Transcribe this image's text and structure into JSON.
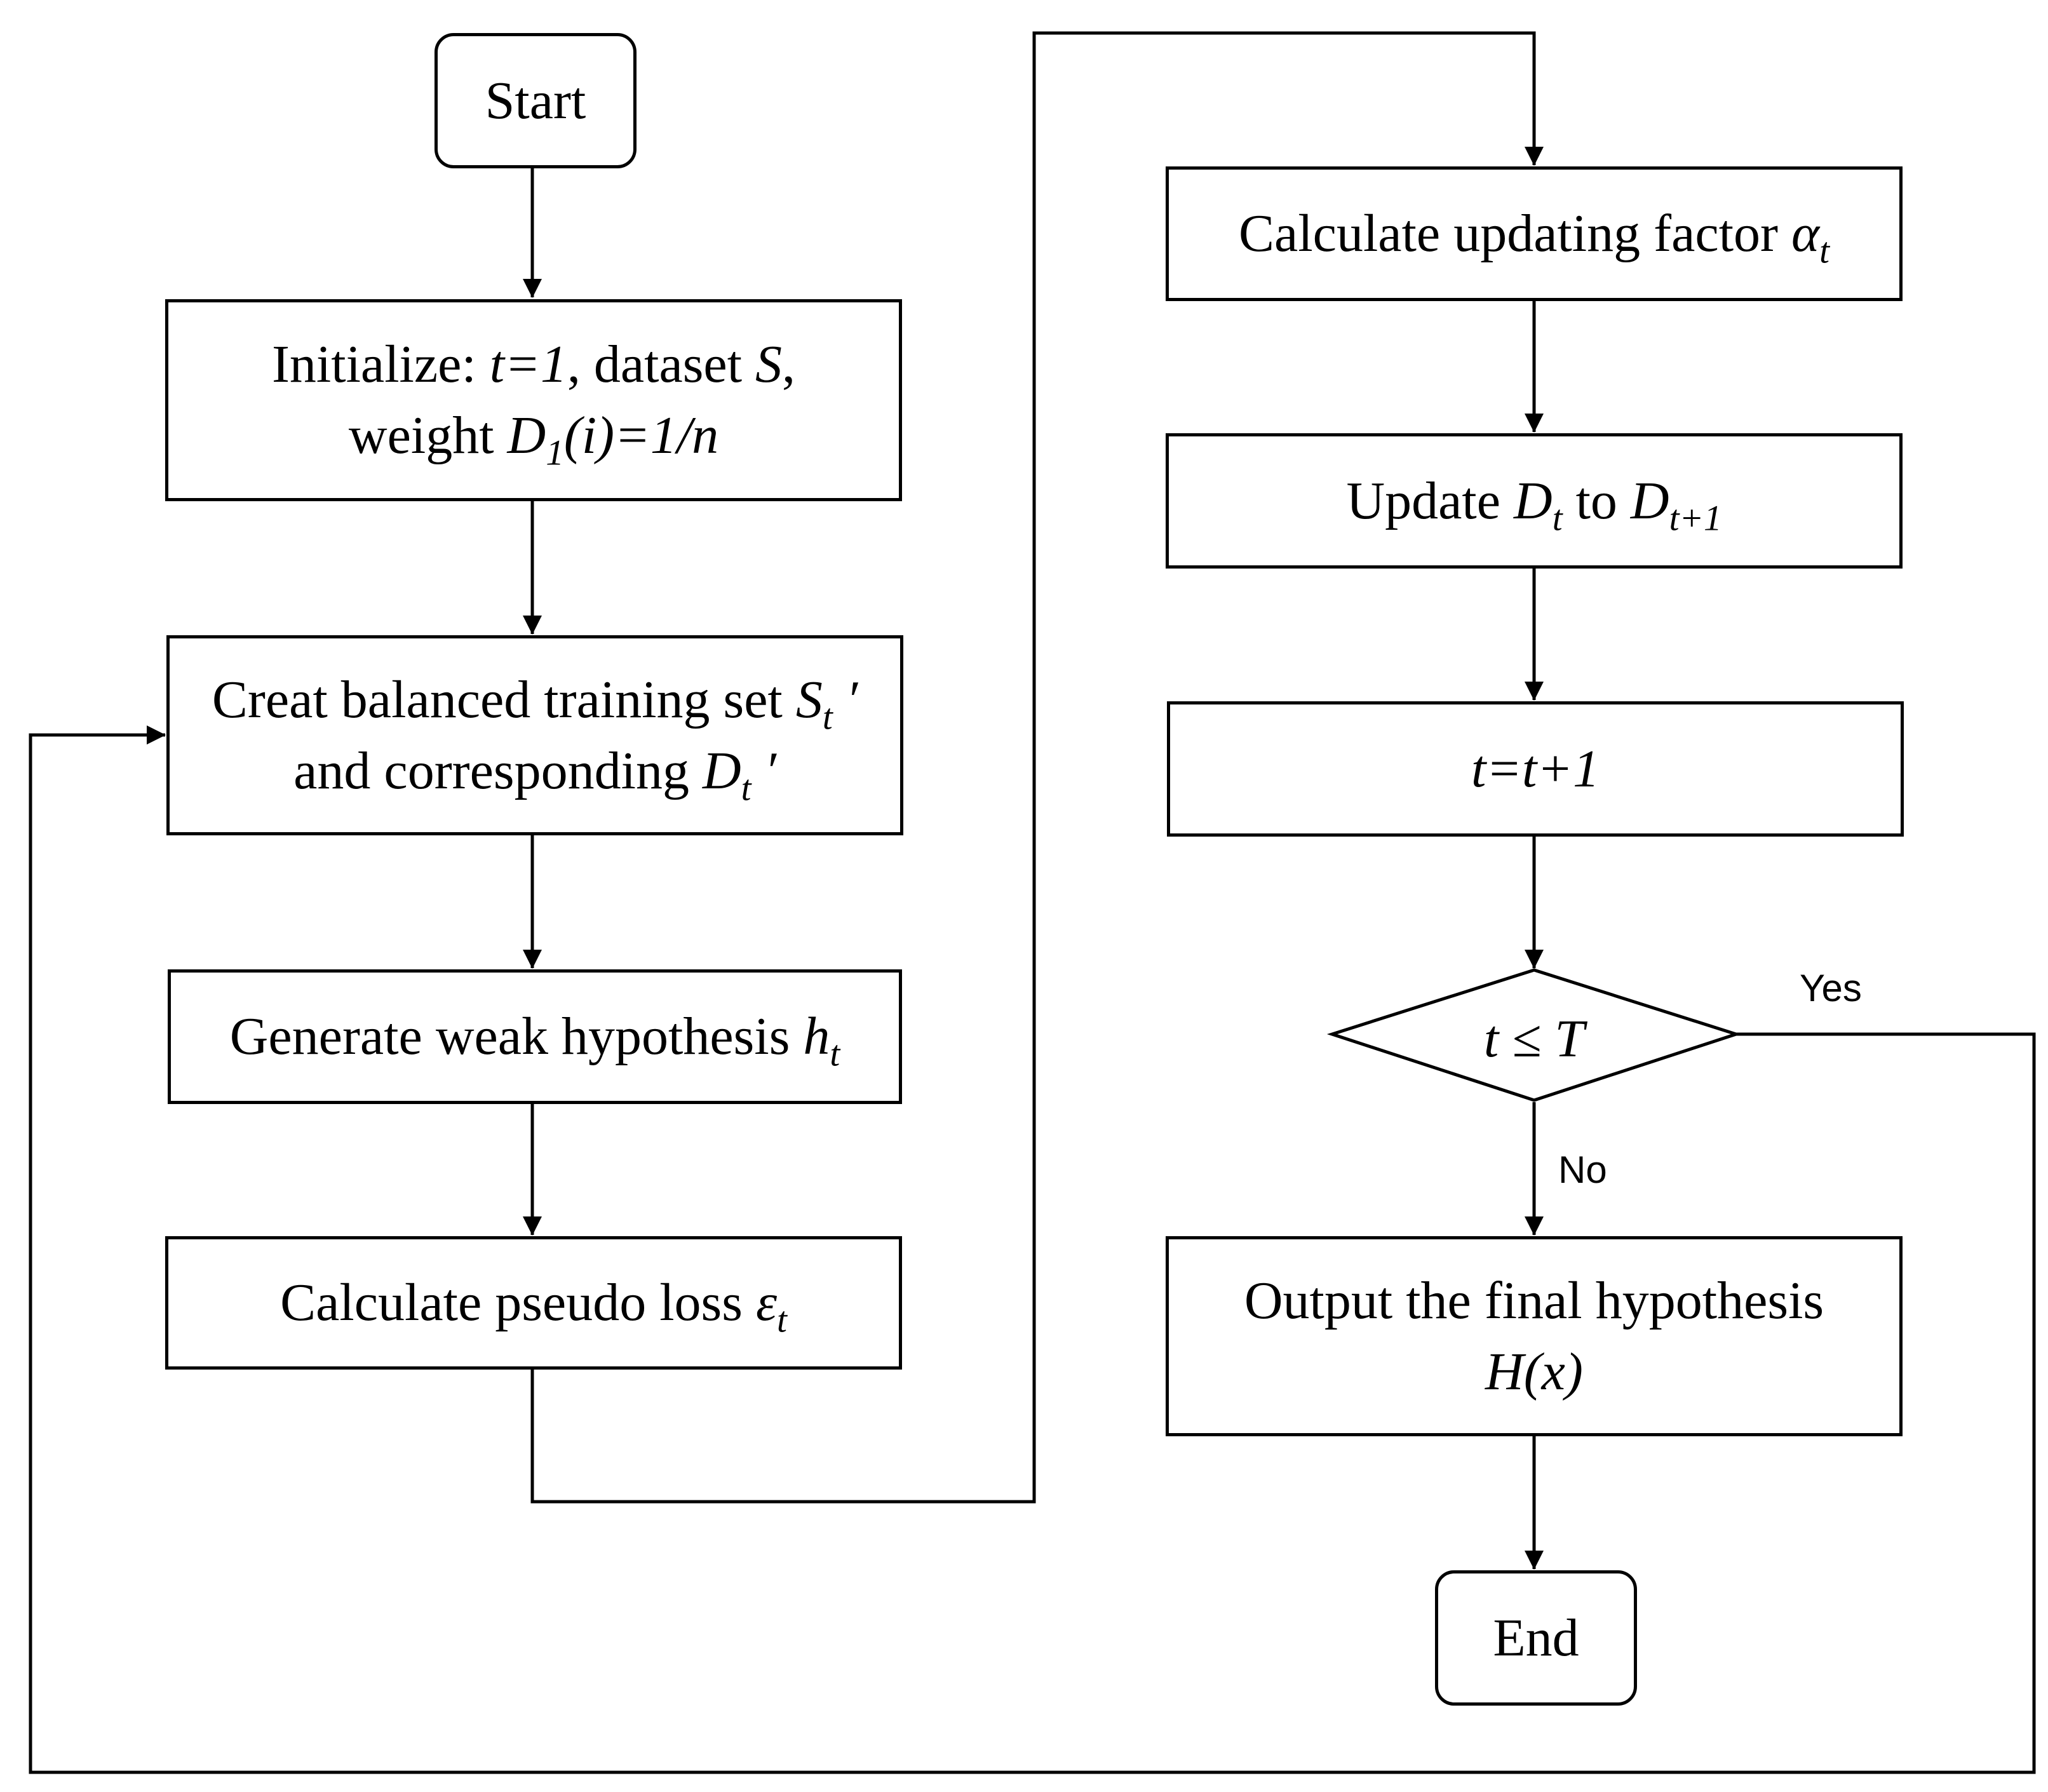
{
  "nodes": {
    "start": {
      "label": "Start"
    },
    "init": {
      "line1": {
        "prefix": "Initialize: ",
        "t_init": "t=1",
        "mid": ", dataset ",
        "S": "S",
        "suffix": ","
      },
      "line2": {
        "prefix": "weight ",
        "D": "D",
        "sub": "1",
        "expr": "(i)=1/n"
      }
    },
    "balanced": {
      "line1": {
        "prefix": "Creat balanced training set ",
        "S": "S",
        "sub": "t",
        "prime": " ′"
      },
      "line2": {
        "prefix": "and corresponding ",
        "D": "D",
        "sub": "t",
        "prime": " ′"
      }
    },
    "weak": {
      "prefix": "Generate weak hypothesis ",
      "h": "h",
      "sub": "t"
    },
    "loss": {
      "prefix": "Calculate pseudo loss ",
      "eps": "ε",
      "sub": "t"
    },
    "factor": {
      "prefix": "Calculate updating factor ",
      "alpha": "α",
      "sub": "t"
    },
    "update": {
      "prefix": "Update ",
      "D1": "D",
      "sub1": "t",
      "mid": " to ",
      "D2": "D",
      "sub2": "t+1"
    },
    "increment": {
      "label": "t=t+1"
    },
    "decision": {
      "label": "t ≤ T",
      "yes": "Yes",
      "no": "No"
    },
    "output": {
      "line1": "Output the final hypothesis",
      "line2": "H(x)"
    },
    "end": {
      "label": "End"
    }
  },
  "colors": {
    "stroke": "#000000",
    "fill": "#ffffff",
    "text": "#000000"
  }
}
